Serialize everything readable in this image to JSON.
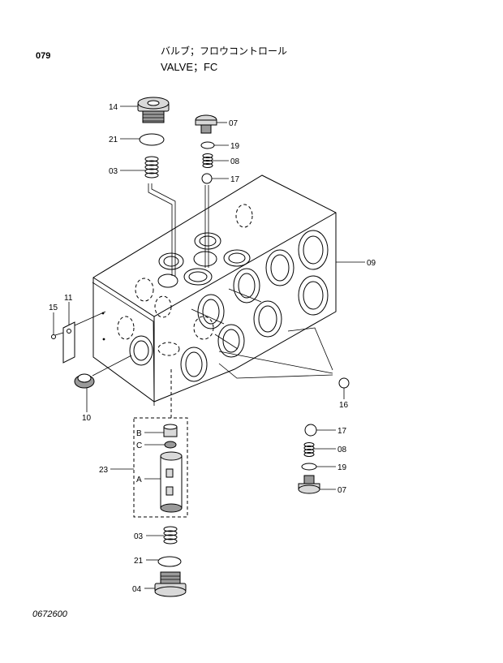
{
  "header": {
    "page_number": "079",
    "title_jp": "バルブ；フロウコントロール",
    "title_en": "VALVE；FC"
  },
  "footer": {
    "drawing_number": "0672600"
  },
  "callouts": {
    "c14": "14",
    "c21_top": "21",
    "c03_top": "03",
    "c07_top": "07",
    "c19_top": "19",
    "c08_top": "08",
    "c17_top": "17",
    "c09": "09",
    "c11": "11",
    "c15": "15",
    "c10": "10",
    "c16": "16",
    "c17_bot": "17",
    "c08_bot": "08",
    "c19_bot": "19",
    "c07_bot": "07",
    "c23": "23",
    "cB": "B",
    "cC": "C",
    "cA": "A",
    "c03_bot": "03",
    "c21_bot": "21",
    "c04": "04"
  }
}
